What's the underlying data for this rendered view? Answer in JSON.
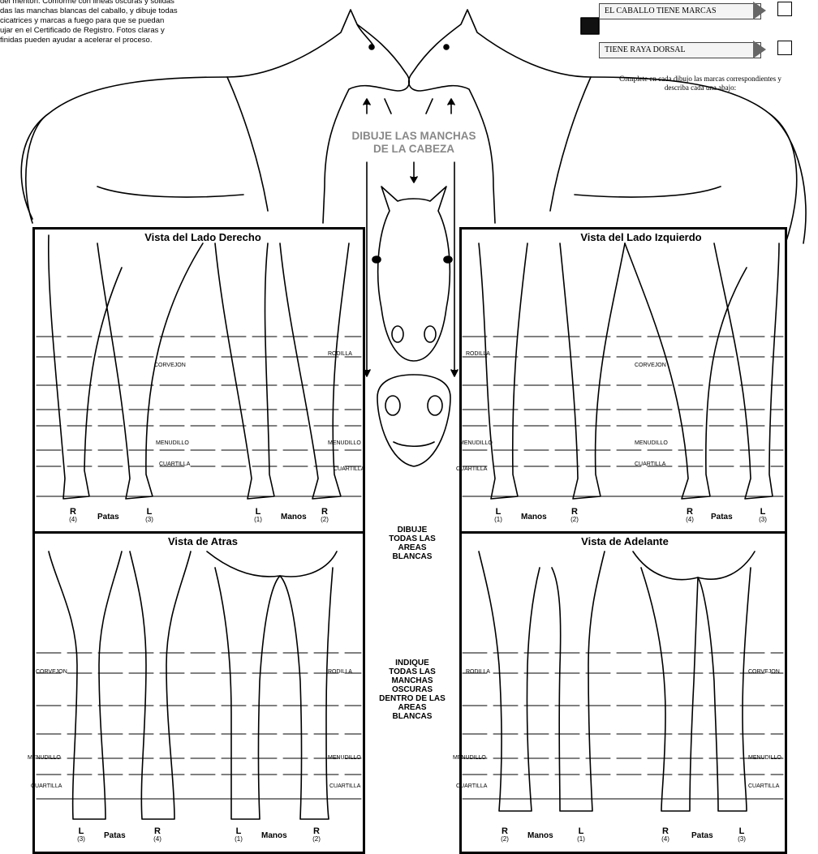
{
  "intro_lines": [
    "del menton. Conforme con lineas oscuras y solidas",
    "das las manchas blancas del caballo, y dibuje todas",
    "cicatrices y marcas a fuego para que se puedan",
    "ujar en el Certificado de Registro. Fotos claras y",
    "finidas pueden ayudar a acelerar el proceso."
  ],
  "flags": {
    "marks_label": "EL CABALLO TIENE MARCAS",
    "dorsal_label": "TIENE RAYA DORSAL"
  },
  "note_lines": [
    "Complete en cada dibujo las marcas correspondientes y",
    "describa cada una abajo:"
  ],
  "head_instruction": [
    "DIBUJE LAS MANCHAS",
    "DE LA CABEZA"
  ],
  "panels": {
    "right_side": "Vista del Lado Derecho",
    "left_side": "Vista del Lado Izquierdo",
    "rear": "Vista de Atras",
    "front": "Vista de Adelante"
  },
  "center_text_1": [
    "DIBUJE",
    "TODAS LAS",
    "AREAS",
    "BLANCAS"
  ],
  "center_text_2": [
    "INDIQUE",
    "TODAS LAS",
    "MANCHAS",
    "OSCURAS",
    "DENTRO DE LAS",
    "AREAS",
    "BLANCAS"
  ],
  "leg_labels": {
    "corvejon": "CORVEJON",
    "rodilla": "RODILLA",
    "menudillo": "MENUDILLO",
    "cuartilla": "CUARTILLA"
  },
  "bottom_labels": {
    "patas": "Patas",
    "manos": "Manos",
    "R": "R",
    "L": "L",
    "n1": "(1)",
    "n2": "(2)",
    "n3": "(3)",
    "n4": "(4)"
  }
}
